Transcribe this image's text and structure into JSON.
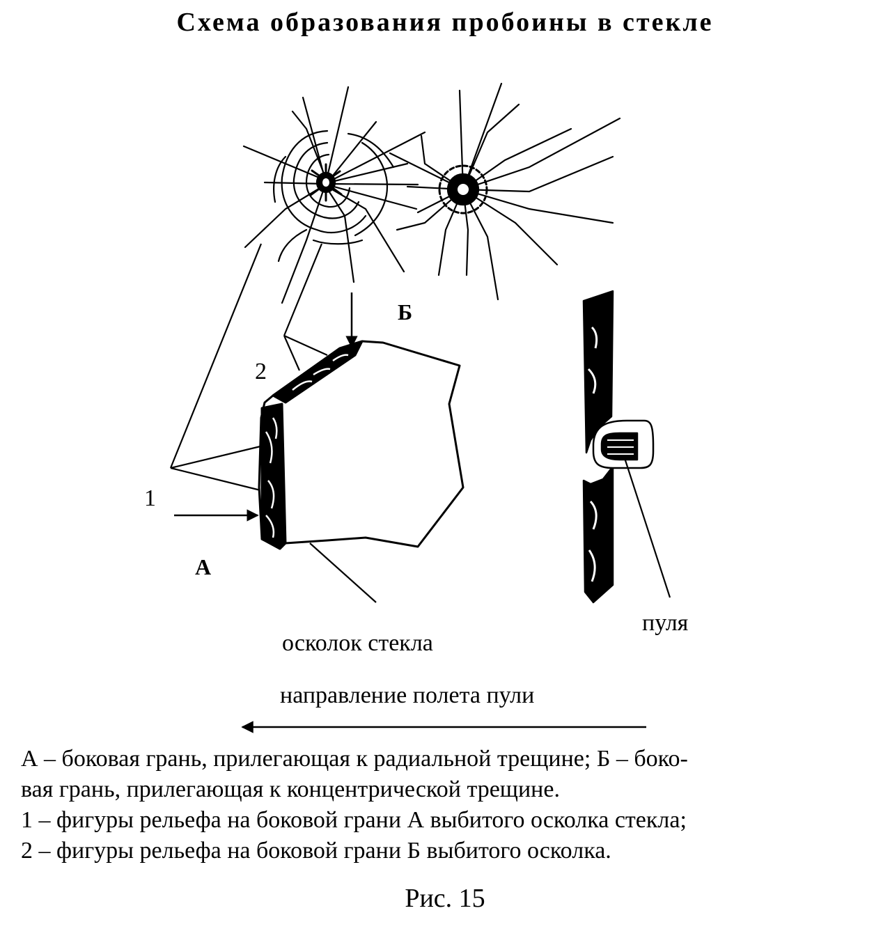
{
  "title": "Схема образования пробоины в стекле",
  "labels": {
    "a": "А",
    "b": "Б",
    "one": "1",
    "two": "2",
    "shard": "осколок стекла",
    "bullet": "пуля",
    "direction": "направление полета пули"
  },
  "caption": {
    "line1": "А – боковая грань, прилегающая к радиальной трещине; Б – боко-",
    "line2": "вая грань, прилегающая к концентрической трещине.",
    "line3": "1 – фигуры рельефа на боковой грани А выбитого осколка стекла;",
    "line4": "2 – фигуры рельефа на боковой грани Б выбитого осколка."
  },
  "figure_number": "Рис. 15"
}
